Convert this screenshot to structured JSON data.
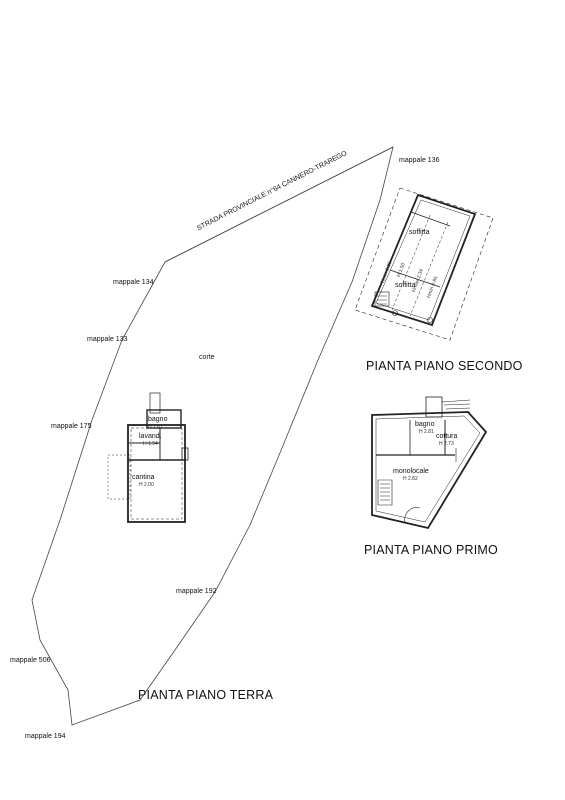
{
  "parcels": {
    "m136": "mappale 136",
    "m134": "mappale 134",
    "m133": "mappale 133",
    "m175": "mappale 175",
    "m192": "mappale 192",
    "m506": "mappale 506",
    "m194": "mappale 194"
  },
  "road": "STRADA PROVINCIALE n°64 CANNERO-TRAREGO",
  "courtyard": "corte",
  "ground_floor": {
    "title": "PIANTA PIANO TERRA",
    "bathroom": "bagno",
    "bathroom_h": "H 1.87",
    "laundry": "lavand.",
    "laundry_h": "H 1.94",
    "cellar": "cantina",
    "cellar_h": "H 2.00"
  },
  "first_floor": {
    "title": "PIANTA PIANO PRIMO",
    "bathroom": "bagno",
    "bathroom_h": "H 2.81",
    "kitchen": "cottura",
    "kitchen_h": "H 2.73",
    "studio": "monolocale",
    "studio_h": "H 2.82"
  },
  "second_floor": {
    "title": "PIANTA PIANO SECONDO",
    "attic_1": "soffitta",
    "attic_2": "soffitta",
    "h1": "Hmin 0.85",
    "h2": "H 1.50",
    "h3": "Hmax 2.34",
    "h4": "Hmin 0.85"
  }
}
